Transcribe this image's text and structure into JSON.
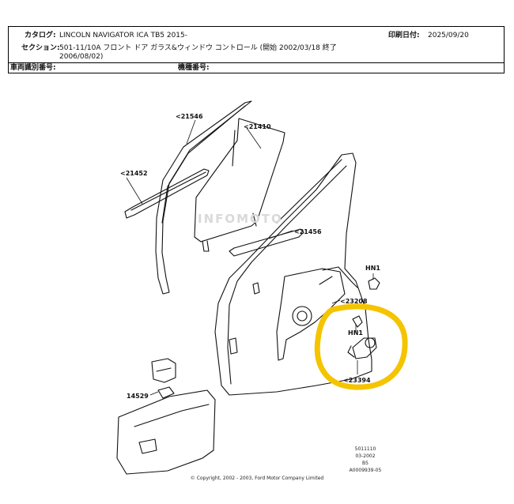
{
  "header": {
    "catalog_label": "カタログ:",
    "catalog_value": "LINCOLN NAVIGATOR ICA TB5 2015-",
    "section_label": "セクション:",
    "section_value_line1": "501-11/10A フロント ドア ガラス&ウィンドウ コントロール (開始 2002/03/18 終了",
    "section_value_line2": "2006/08/02)",
    "print_date_label": "印刷日付:",
    "print_date_value": "2025/09/20",
    "vin_label": "車両識別番号:",
    "vin_value": "",
    "engine_number_label": "機種番号:",
    "engine_number_value": ""
  },
  "callouts": {
    "c21546": "<21546",
    "c21410": "<21410",
    "c21452": "<21452",
    "c21456": "<21456",
    "hn1_top": "HN1",
    "c23208": "<23208",
    "hn1_mid": "HN1",
    "c23394": "<23394",
    "c14529": "14529"
  },
  "watermark": "INFOMOTO",
  "diagram_id": {
    "line1": "5011110",
    "line2": "03-2002",
    "line3": "B5",
    "line4": "A0009939-05"
  },
  "copyright": "© Copyright, 2002 - 2003, Ford Motor Company Limited",
  "colors": {
    "highlight": "#f5c400",
    "line": "#111111"
  }
}
